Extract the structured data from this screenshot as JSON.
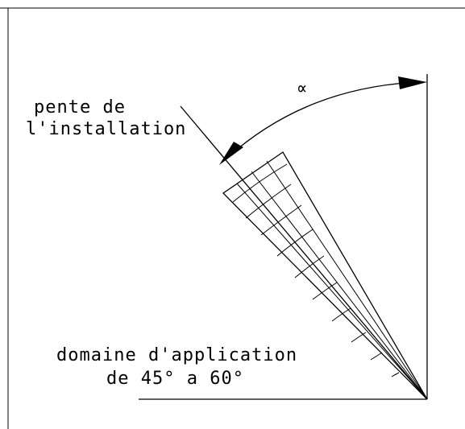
{
  "angle_symbol": "∝",
  "slope_label": {
    "line1": "pente de",
    "line2": "l'installation"
  },
  "range_label": {
    "line1": "domaine d'application",
    "line2": "de 45° a 60°"
  },
  "colors": {
    "ink": "#000000",
    "paper": "#ffffff"
  }
}
